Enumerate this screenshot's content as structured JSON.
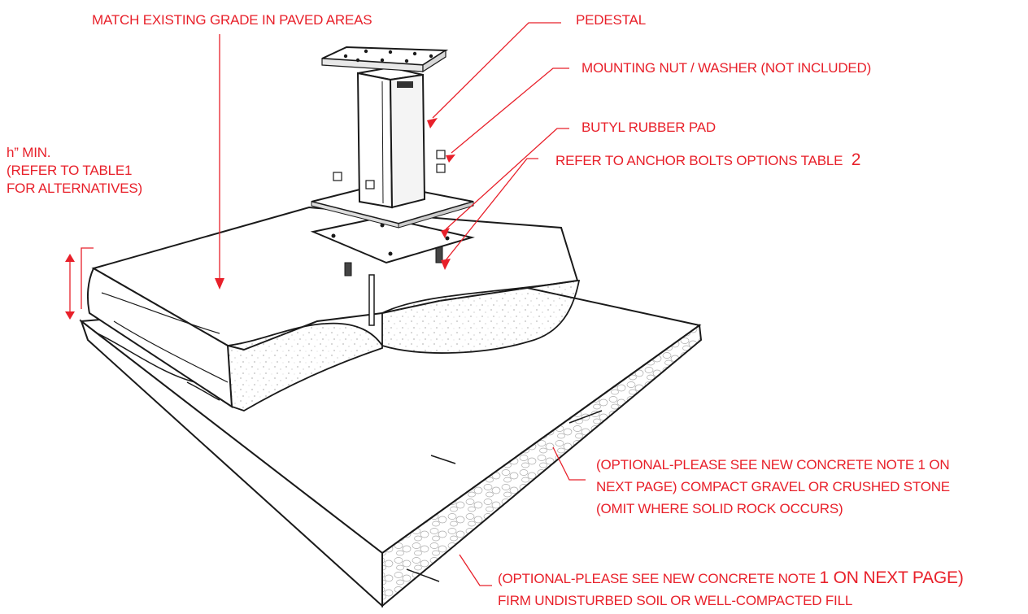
{
  "labels": {
    "match_grade": "MATCH EXISTING GRADE IN PAVED AREAS",
    "pedestal": "PEDESTAL",
    "mounting_nut": "MOUNTING NUT / WASHER (NOT INCLUDED)",
    "butyl_pad": "BUTYL RUBBER PAD",
    "anchor_bolts_text": "REFER TO ANCHOR BOLTS OPTIONS TABLE",
    "anchor_bolts_num": "2",
    "h_min": {
      "line1": "h” MIN.",
      "line2": "(REFER TO TABLE1",
      "line3": "FOR ALTERNATIVES)"
    },
    "gravel": {
      "line1": "(OPTIONAL-PLEASE SEE NEW CONCRETE NOTE 1 ON",
      "line2": "NEXT PAGE)  COMPACT GRAVEL OR CRUSHED STONE",
      "line3": "(OMIT WHERE SOLID ROCK OCCURS)"
    },
    "soil": {
      "line1_a": "(OPTIONAL-PLEASE SEE NEW CONCRETE NOTE ",
      "line1_b": "1 ON NEXT PAGE)",
      "line2": "FIRM UNDISTURBED SOIL OR WELL-COMPACTED FILL"
    }
  },
  "colors": {
    "annotation": "#e8202a",
    "line": "#1a1a1a"
  }
}
